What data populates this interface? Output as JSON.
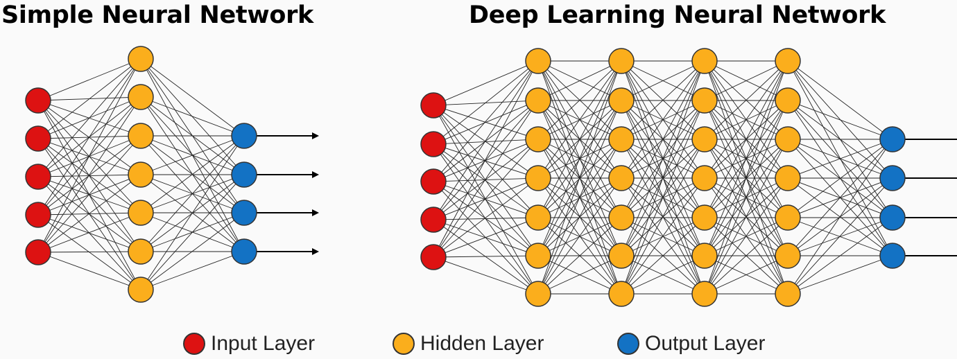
{
  "titles": {
    "left": "Simple Neural Network",
    "right": "Deep Learning Neural Network"
  },
  "colors": {
    "input": "#dd1212",
    "hidden": "#fbae1c",
    "output": "#1372c4",
    "stroke": "#333333",
    "edge": "#222222"
  },
  "networks": {
    "simple": {
      "layers": [
        {
          "kind": "input",
          "count": 5
        },
        {
          "kind": "hidden",
          "count": 7
        },
        {
          "kind": "output",
          "count": 4
        }
      ]
    },
    "deep": {
      "layers": [
        {
          "kind": "input",
          "count": 5
        },
        {
          "kind": "hidden",
          "count": 7
        },
        {
          "kind": "hidden",
          "count": 7
        },
        {
          "kind": "hidden",
          "count": 7
        },
        {
          "kind": "hidden",
          "count": 7
        },
        {
          "kind": "output",
          "count": 4
        }
      ]
    }
  },
  "legend": [
    {
      "kind": "input",
      "label": "Input Layer"
    },
    {
      "kind": "hidden",
      "label": "Hidden Layer"
    },
    {
      "kind": "output",
      "label": "Output Layer"
    }
  ]
}
